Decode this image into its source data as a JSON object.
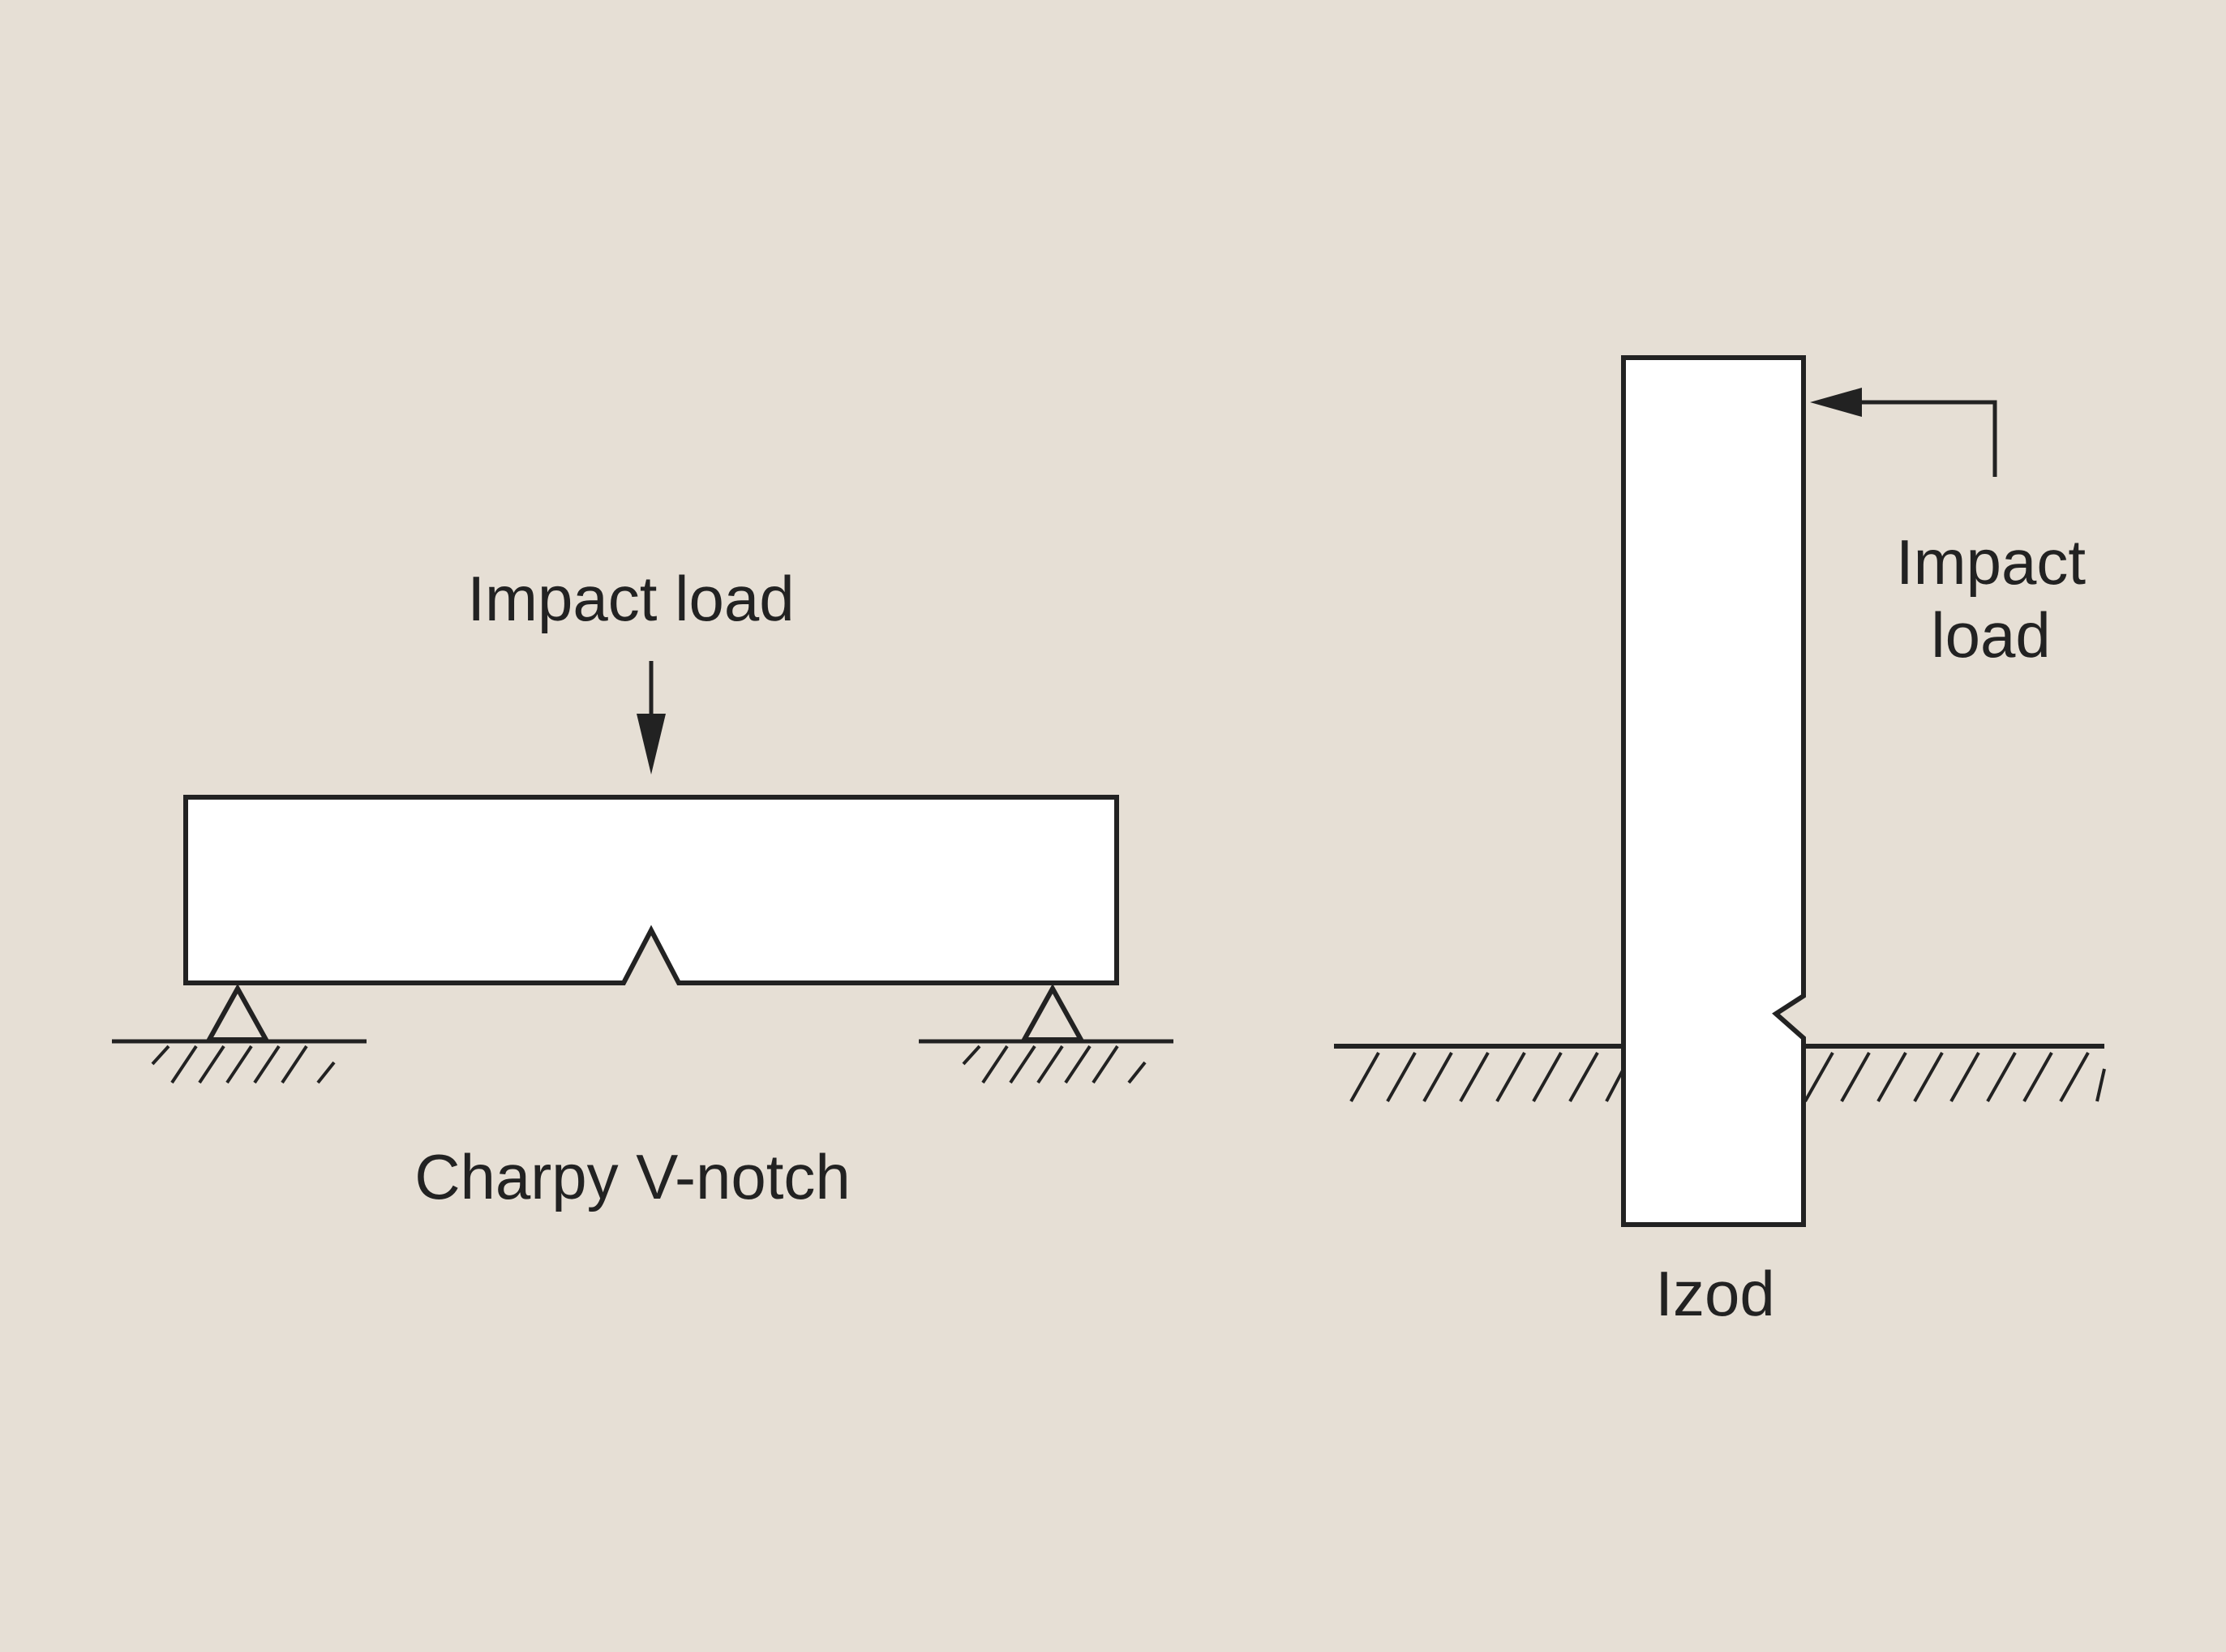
{
  "colors": {
    "background": "#e6dfd5",
    "specimen_fill": "#ffffff",
    "stroke": "#222222",
    "text": "#222222"
  },
  "charpy": {
    "load_label": "Impact load",
    "caption": "Charpy V-notch"
  },
  "izod": {
    "load_label_line1": "Impact",
    "load_label_line2": "load",
    "caption": "Izod"
  }
}
